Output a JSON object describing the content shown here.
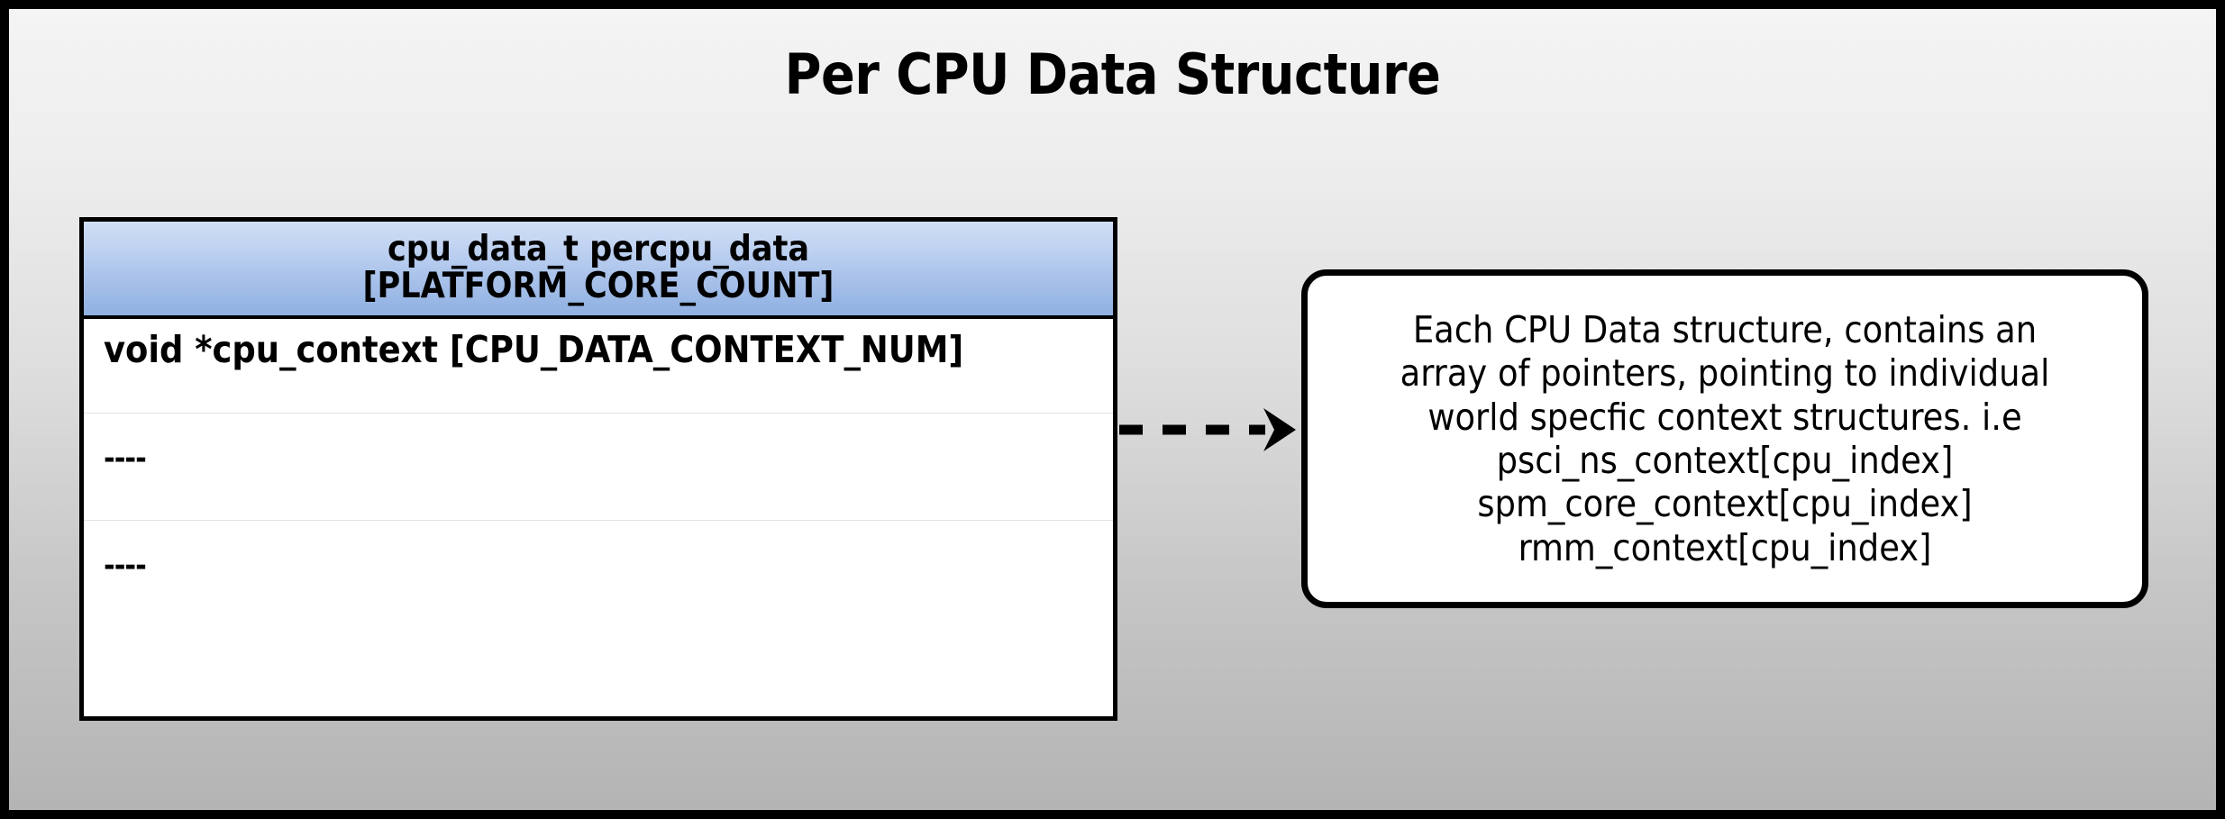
{
  "diagram": {
    "title": "Per CPU Data Structure",
    "background": {
      "frame_color": "#000000",
      "gradient_top": "#f4f4f4",
      "gradient_bottom": "#b4b4b4"
    },
    "struct_table": {
      "header_lines": [
        "cpu_data_t percpu_data",
        "[PLATFORM_CORE_COUNT]"
      ],
      "header_gradient_top": "#cfdef6",
      "header_gradient_bottom": "#8fb0e2",
      "rows": [
        {
          "label": "void *cpu_context [CPU_DATA_CONTEXT_NUM]"
        },
        {
          "label": "----"
        },
        {
          "label": "----"
        }
      ]
    },
    "connector": {
      "style": "dashed-arrow",
      "color": "#000000"
    },
    "note": {
      "lines": [
        "Each CPU Data structure, contains an",
        "array of pointers, pointing to individual",
        "world specfic context structures. i.e",
        "psci_ns_context[cpu_index]",
        "spm_core_context[cpu_index]",
        "rmm_context[cpu_index]"
      ]
    }
  }
}
